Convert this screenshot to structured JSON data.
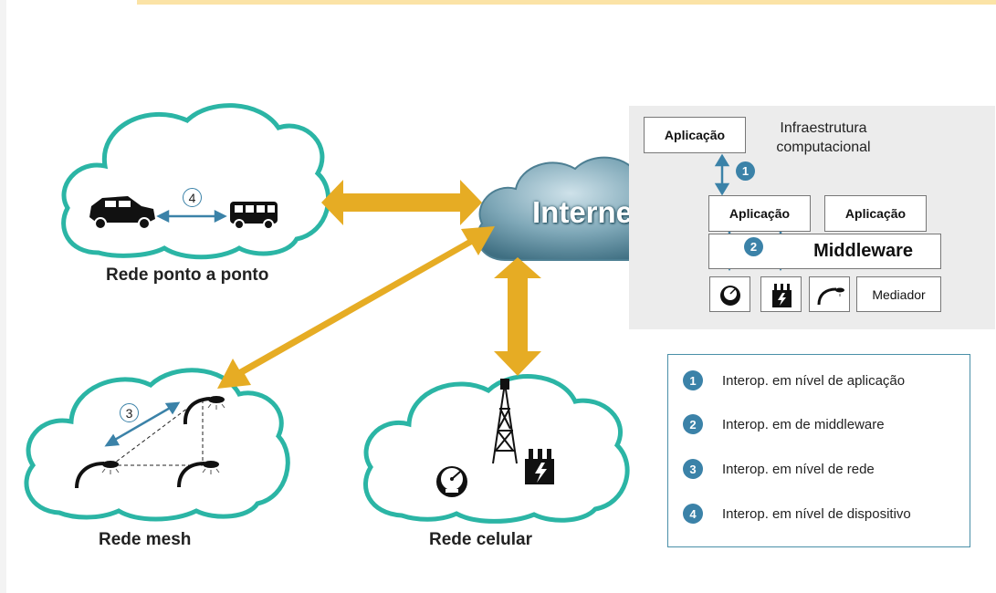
{
  "clouds": {
    "p2p": "Rede ponto a ponto",
    "mesh": "Rede mesh",
    "cellular": "Rede celular",
    "internet": "Internet"
  },
  "infra": {
    "label": "Infraestrutura computacional",
    "app_top": "Aplicação",
    "app_left": "Aplicação",
    "app_right": "Aplicação",
    "middleware": "Middleware",
    "mediator": "Mediador"
  },
  "badges": {
    "b1": "1",
    "b2": "2",
    "b3": "3",
    "b4": "4"
  },
  "legend": [
    {
      "num": "1",
      "text": "Interop. em nível de aplicação"
    },
    {
      "num": "2",
      "text": "Interop. em de middleware"
    },
    {
      "num": "3",
      "text": "Interop. em nível de rede"
    },
    {
      "num": "4",
      "text": "Interop. em nível de dispositivo"
    }
  ],
  "colors": {
    "cloud_stroke": "#2bb5a5",
    "arrow": "#e6ac24",
    "link": "#3b82a8"
  }
}
